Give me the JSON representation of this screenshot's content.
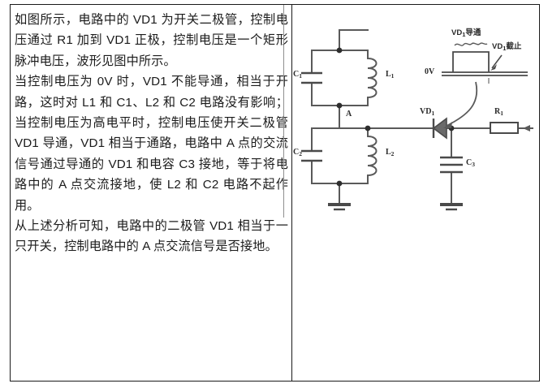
{
  "document": {
    "layout": "two-column-table",
    "columns": 2
  },
  "text_column": {
    "paragraphs": [
      "如图所示，电路中的 VD1 为开关二极管，控制电压通过 R1 加到 VD1 正极，控制电压是一个矩形脉冲电压，波形见图中所示。",
      "当控制电压为 0V 时，VD1 不能导通，相当于开路，这时对 L1 和 C1、L2 和 C2 电路没有影响；当控制电压为高电平时，控制电压使开关二极管 VD1 导通，VD1 相当于通路，电路中 A 点的交流信号通过导通的 VD1 和电容 C3 接地，等于将电路中的 A 点交流接地，使 L2 和 C2 电路不起作用。",
      "从上述分析可知，电路中的二极管 VD1 相当于一只开关，控制电路中的 A 点交流信号是否接地。"
    ]
  },
  "figure": {
    "title": "switching-diode-circuit",
    "components": {
      "c1": "C",
      "c1_sub": "1",
      "c2": "C",
      "c2_sub": "2",
      "c3": "C",
      "c3_sub": "3",
      "l1": "L",
      "l1_sub": "1",
      "l2": "L",
      "l2_sub": "2",
      "vd1": "VD",
      "vd1_sub": "1",
      "r1": "R",
      "r1_sub": "1",
      "node_a": "A"
    },
    "waveform": {
      "zero_level_label": "0V",
      "high_label_prefix": "VD",
      "high_label_sub": "1",
      "high_label_suffix": "导通",
      "low_label_prefix": "VD",
      "low_label_sub": "1",
      "low_label_suffix": "截止"
    },
    "colors": {
      "wire": "#5a5a5a",
      "label": "#2a2a2a",
      "border": "#1a1a1a"
    }
  }
}
